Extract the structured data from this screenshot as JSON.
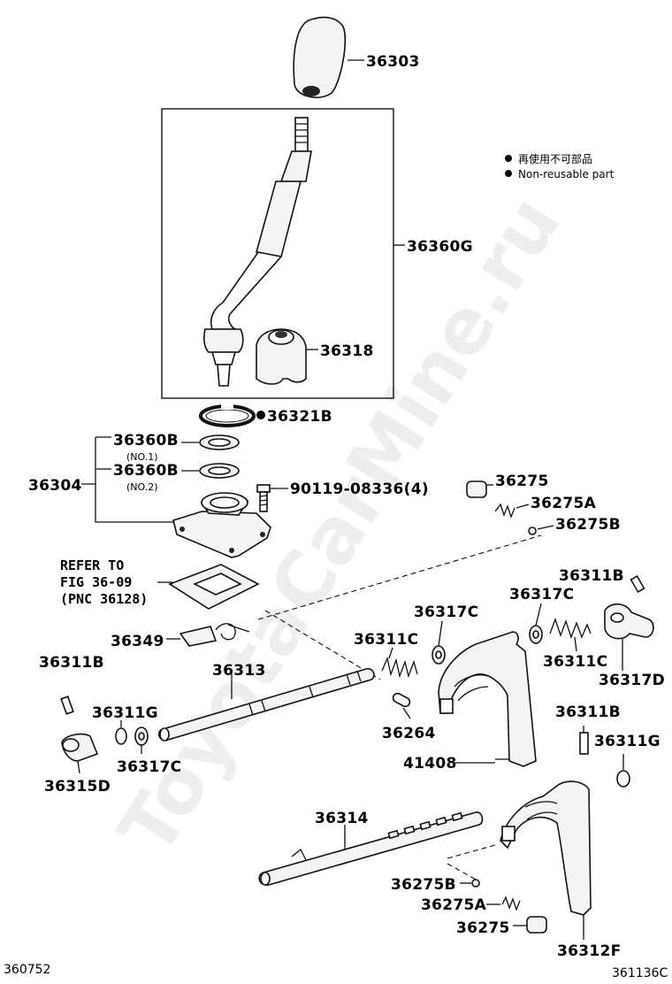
{
  "watermark": "ToyotaCarMine.ru",
  "legend": {
    "jp": "再使用不可部品",
    "en": "Non-reusable part",
    "color": "#000000"
  },
  "corner_left": "360752",
  "corner_right": "361136C",
  "refer": {
    "line1": "REFER TO",
    "line2": "FIG 36-09",
    "line3": "(PNC 36128)"
  },
  "parts": {
    "p36303": "36303",
    "p36360G": "36360G",
    "p36318": "36318",
    "p36321B": "36321B",
    "p36360B_1": "36360B",
    "no1": "(NO.1)",
    "p36360B_2": "36360B",
    "no2": "(NO.2)",
    "p36304": "36304",
    "p90119": "90119-08336(4)",
    "p36275_top": "36275",
    "p36275A_top": "36275A",
    "p36275B_top": "36275B",
    "p36311B_right": "36311B",
    "p36317C_mid": "36317C",
    "p36317C_right": "36317C",
    "p36349": "36349",
    "p36311C_mid": "36311C",
    "p36311C_right": "36311C",
    "p36317D": "36317D",
    "p36311B_left": "36311B",
    "p36313": "36313",
    "p36311G_left": "36311G",
    "p36264": "36264",
    "p36317C_left": "36317C",
    "p36315D": "36315D",
    "p41408": "41408",
    "p36311B_lower": "36311B",
    "p36311G_right": "36311G",
    "p36314": "36314",
    "p36275B_bot": "36275B",
    "p36275A_bot": "36275A",
    "p36275_bot": "36275",
    "p36312F": "36312F"
  }
}
